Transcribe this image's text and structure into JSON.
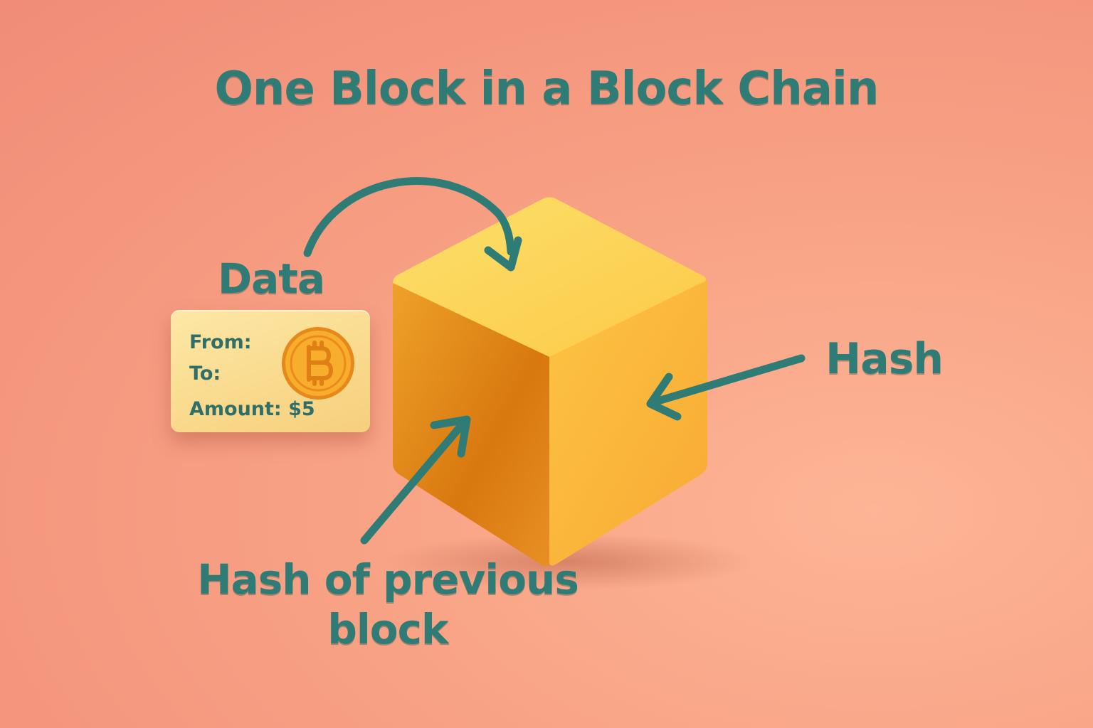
{
  "title": "One Block in a Block Chain",
  "labels": {
    "data": "Data",
    "hash": "Hash",
    "prev_hash": "Hash of previous block"
  },
  "card": {
    "from": "From:",
    "to": "To:",
    "amount": "Amount: $5",
    "icon": "bitcoin-coin-icon"
  },
  "block": {
    "icon": "block-cube-icon"
  },
  "colors": {
    "background": "#f8a184",
    "text": "#2e7c75",
    "arrow": "#2e7c75",
    "cube_top": "#fdd35c",
    "cube_left": "#d97d14",
    "cube_right": "#fbb83a",
    "card": "#fbe09a",
    "coin": "#f6a623"
  }
}
